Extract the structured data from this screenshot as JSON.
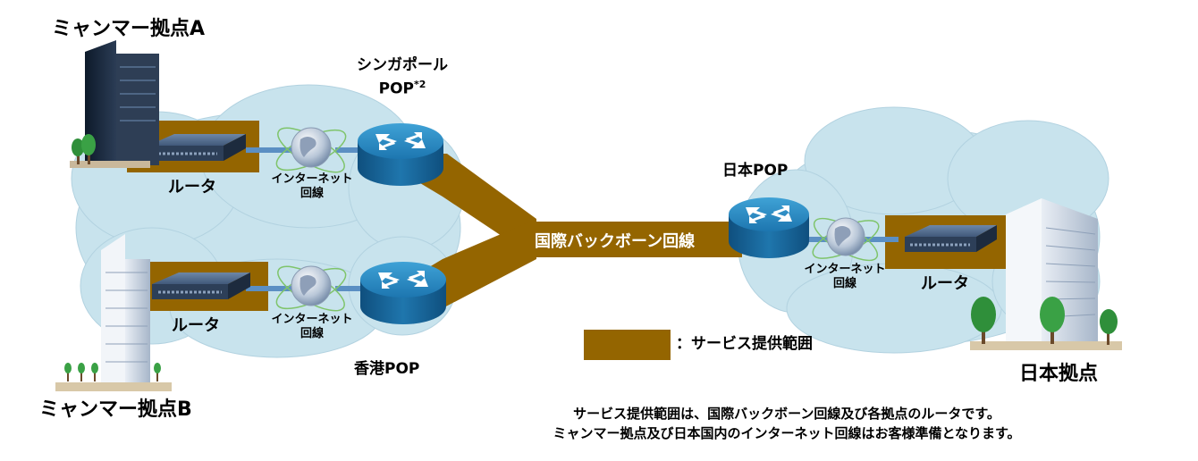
{
  "colors": {
    "band": "#946500",
    "cloud": "#c8e3ed",
    "cloud_edge": "#b2d2e0",
    "router_top": "#2a8cc4",
    "router_side": "#155f95",
    "link": "#5b8fc3",
    "building": "#1c2a3c"
  },
  "sites": {
    "myanmar_a": "ミャンマー拠点A",
    "myanmar_b": "ミャンマー拠点B",
    "japan": "日本拠点"
  },
  "pops": {
    "singapore_line1": "シンガポール",
    "singapore_line2": "POP",
    "singapore_note": "*2",
    "hongkong": "香港POP",
    "japan": "日本POP"
  },
  "labels": {
    "router": "ルータ",
    "internet_line1": "インターネット",
    "internet_line2": "回線",
    "backbone": "国際バックボーン回線",
    "legend": "：サービス提供範囲"
  },
  "notes": {
    "line1": "サービス提供範囲は、国際バックボーン回線及び各拠点のルータです。",
    "line2": "ミャンマー拠点及び日本国内のインターネット回線はお客様準備となります。"
  },
  "icons": {
    "router_device": "router-box-icon",
    "pop_router": "router-cylinder-icon",
    "globe": "globe-icon",
    "building": "building-icon",
    "tree": "tree-icon"
  }
}
